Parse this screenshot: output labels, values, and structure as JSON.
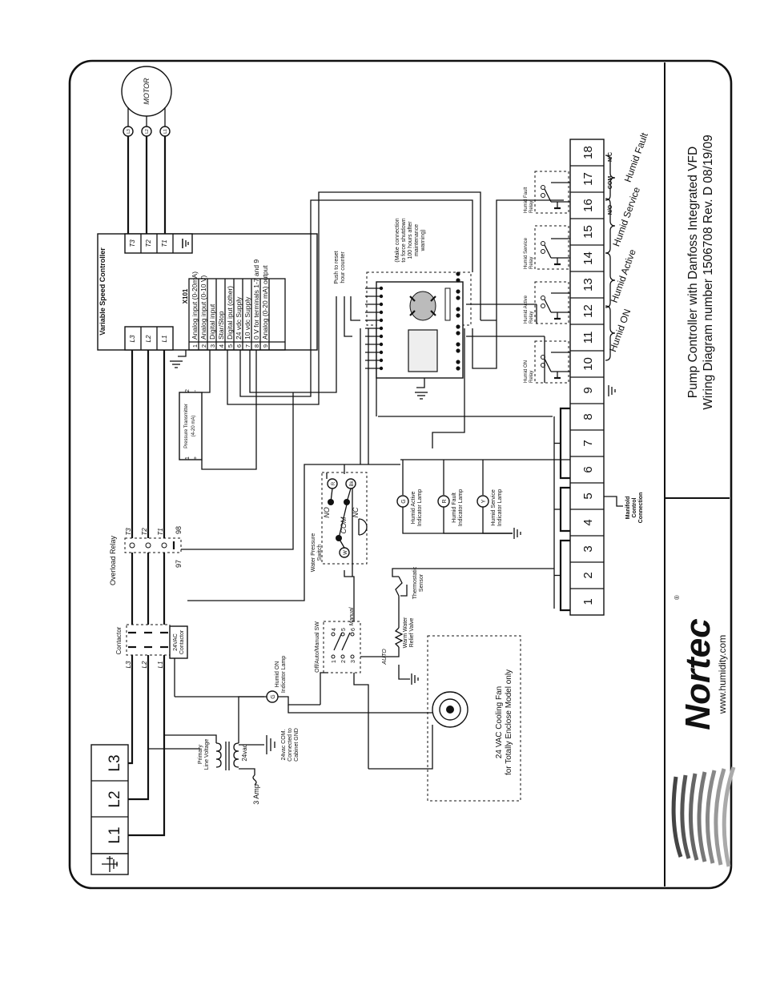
{
  "brand": {
    "name": "Nortec",
    "url": "www.humidity.com",
    "registered": "®"
  },
  "title": {
    "line1": "Pump Controller  with Danfoss Integrated VFD",
    "line2": "Wiring Diagram number 1506708  Rev. D 08/19/09"
  },
  "power_inputs": [
    "L1",
    "L2",
    "L3"
  ],
  "vfd": {
    "title": "Variable Speed Controller",
    "inputs": [
      "L3",
      "L2",
      "L1"
    ],
    "outputs": [
      "T3",
      "T2",
      "T1"
    ],
    "block": "X101",
    "terminals": [
      {
        "num": "1",
        "label": "Analog input (0-20mA)"
      },
      {
        "num": "2",
        "label": "Analog input (0-10 V)"
      },
      {
        "num": "3",
        "label": "Digital input"
      },
      {
        "num": "4",
        "label": "Star/Stop"
      },
      {
        "num": "5",
        "label": "Digital iput (other)"
      },
      {
        "num": "6",
        "label": "24 vdc Supply"
      },
      {
        "num": "7",
        "label": "10 vdc Supply"
      },
      {
        "num": "8",
        "label": "0 V for terminals 1-7 and 9"
      },
      {
        "num": "9",
        "label": "Analog (0-20 mA) output"
      }
    ]
  },
  "motor": {
    "label": "MOTOR",
    "leads": [
      "L3",
      "L2",
      "L1"
    ]
  },
  "components": {
    "overload_relay": "Overload Relay",
    "overload_terms": [
      "T3",
      "T2",
      "T1"
    ],
    "aux_contacts": [
      "97",
      "98"
    ],
    "contactor": "Contactor",
    "contactor_lines": [
      "L3",
      "L2",
      "L1"
    ],
    "contactor_coil": [
      "24VAC",
      "Contactor"
    ],
    "transformer_primary": [
      "Primary",
      "Line Voltage"
    ],
    "transformer_secondary": "24vac",
    "fuse": "3 Amp",
    "ground_note": [
      "24vac COM.",
      "Connected to",
      "Cabinet GND"
    ],
    "humid_on_lamp": [
      "Humid ON",
      "Indicator Lamp"
    ],
    "lamp_g": "G",
    "switch_title": "Off/Auto/Manual SW",
    "switch_manual": "Manual",
    "switch_auto": "AUTO",
    "switch_pins": [
      "4",
      "5",
      "6",
      "1",
      "2",
      "3"
    ],
    "warm_valve": [
      "Warm Water",
      "Relief Valve"
    ],
    "thermostat": [
      "Thermostatic",
      "Sensor"
    ],
    "water_pressure": [
      "Water Pressure",
      "Switch"
    ],
    "wps_no": "NO",
    "wps_nc": "NC",
    "wps_com": "COM",
    "wps_w": "W",
    "wps_r": "R",
    "wps_bk": "Bk",
    "pressure_tx": [
      "Pressure Transmitter",
      "(4-20 mA)"
    ],
    "pressure_tx_pins": [
      "1",
      "+",
      "2",
      "-"
    ],
    "fan": [
      "24 VAC Cooling Fan",
      "for Totally Enclose Model only"
    ],
    "reset": [
      "Push to reset",
      "hour counter"
    ],
    "note": [
      "(Make connection",
      "to force shutdown",
      "100 hours after",
      "maintenance",
      "warning)"
    ]
  },
  "lamps": [
    {
      "color": "G",
      "label": [
        "Humid Active",
        "Indicator Lamp"
      ]
    },
    {
      "color": "R",
      "label": [
        "Humid Fault",
        "Indicator Lamp"
      ]
    },
    {
      "color": "Y",
      "label": [
        "Humid Service",
        "Indicator Lamp"
      ]
    }
  ],
  "relays": [
    {
      "label": [
        "Humid ON",
        "Relay"
      ]
    },
    {
      "label": [
        "Humid Active",
        "Relay"
      ]
    },
    {
      "label": [
        "Humid Service",
        "Relay"
      ]
    },
    {
      "label": [
        "Humid Fault",
        "Relay"
      ]
    }
  ],
  "terminal_strip": {
    "numbers": [
      "1",
      "2",
      "3",
      "4",
      "5",
      "6",
      "7",
      "8",
      "9",
      "10",
      "11",
      "12",
      "13",
      "14",
      "15",
      "16",
      "17",
      "18"
    ],
    "pole_labels": [
      "N/O",
      "COM",
      "N/C"
    ],
    "manifold": [
      "Manifold",
      "Control",
      "Connection"
    ],
    "groups": [
      "Humid ON",
      "Humid Active",
      "Humid Service",
      "Humid Fault"
    ]
  }
}
